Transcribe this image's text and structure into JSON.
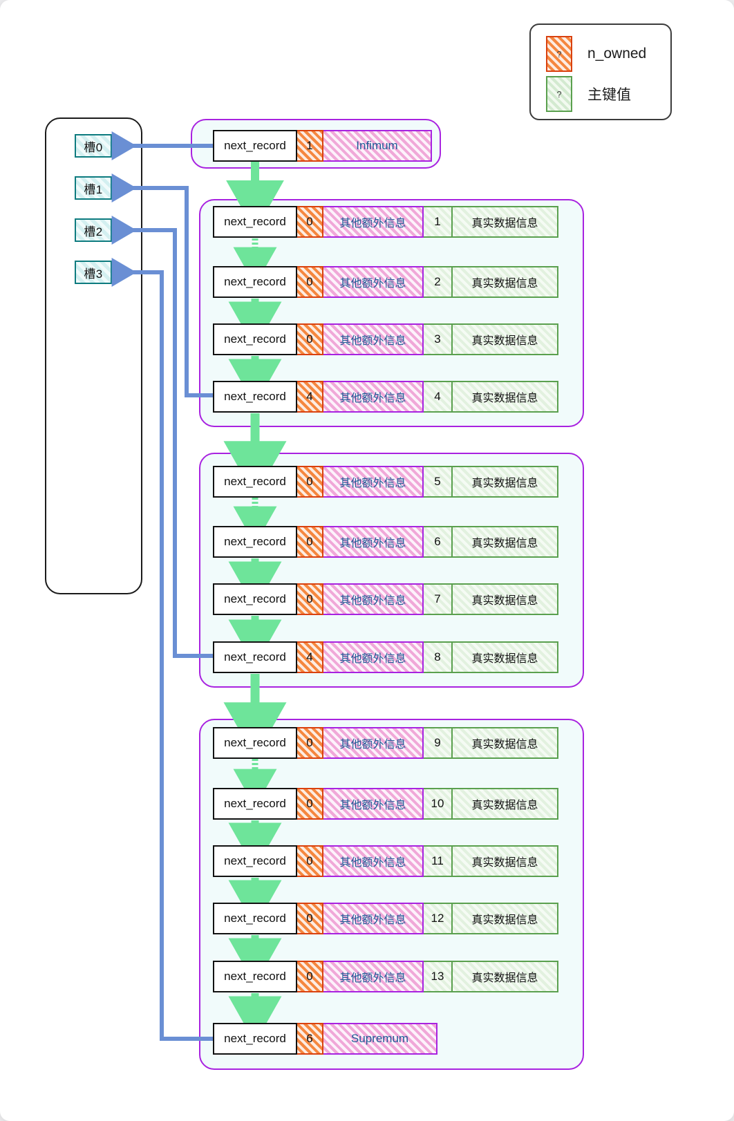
{
  "legend": {
    "items": [
      {
        "mark": "?",
        "label": "n_owned",
        "icon": "orange-hatched-box-icon"
      },
      {
        "mark": "?",
        "label": "主键值",
        "icon": "green-hatched-box-icon"
      }
    ]
  },
  "directory": {
    "slots": [
      {
        "label": "槽0"
      },
      {
        "label": "槽1"
      },
      {
        "label": "槽2"
      },
      {
        "label": "槽3"
      }
    ]
  },
  "labels": {
    "next_record": "next_record",
    "extra": "其他额外信息",
    "data": "真实数据信息",
    "infimum": "Infimum",
    "supremum": "Supremum"
  },
  "groups": [
    {
      "name": "infimum-group",
      "records": [
        {
          "next_record": "next_record",
          "n_owned": "1",
          "extra": "Infimum",
          "key": "",
          "data": "",
          "kind": "infimum"
        }
      ]
    },
    {
      "name": "group-1",
      "records": [
        {
          "next_record": "next_record",
          "n_owned": "0",
          "extra": "其他额外信息",
          "key": "1",
          "data": "真实数据信息",
          "kind": "user"
        },
        {
          "next_record": "next_record",
          "n_owned": "0",
          "extra": "其他额外信息",
          "key": "2",
          "data": "真实数据信息",
          "kind": "user"
        },
        {
          "next_record": "next_record",
          "n_owned": "0",
          "extra": "其他额外信息",
          "key": "3",
          "data": "真实数据信息",
          "kind": "user"
        },
        {
          "next_record": "next_record",
          "n_owned": "4",
          "extra": "其他额外信息",
          "key": "4",
          "data": "真实数据信息",
          "kind": "user"
        }
      ]
    },
    {
      "name": "group-2",
      "records": [
        {
          "next_record": "next_record",
          "n_owned": "0",
          "extra": "其他额外信息",
          "key": "5",
          "data": "真实数据信息",
          "kind": "user"
        },
        {
          "next_record": "next_record",
          "n_owned": "0",
          "extra": "其他额外信息",
          "key": "6",
          "data": "真实数据信息",
          "kind": "user"
        },
        {
          "next_record": "next_record",
          "n_owned": "0",
          "extra": "其他额外信息",
          "key": "7",
          "data": "真实数据信息",
          "kind": "user"
        },
        {
          "next_record": "next_record",
          "n_owned": "4",
          "extra": "其他额外信息",
          "key": "8",
          "data": "真实数据信息",
          "kind": "user"
        }
      ]
    },
    {
      "name": "group-3",
      "records": [
        {
          "next_record": "next_record",
          "n_owned": "0",
          "extra": "其他额外信息",
          "key": "9",
          "data": "真实数据信息",
          "kind": "user"
        },
        {
          "next_record": "next_record",
          "n_owned": "0",
          "extra": "其他额外信息",
          "key": "10",
          "data": "真实数据信息",
          "kind": "user"
        },
        {
          "next_record": "next_record",
          "n_owned": "0",
          "extra": "其他额外信息",
          "key": "11",
          "data": "真实数据信息",
          "kind": "user"
        },
        {
          "next_record": "next_record",
          "n_owned": "0",
          "extra": "其他额外信息",
          "key": "12",
          "data": "真实数据信息",
          "kind": "user"
        },
        {
          "next_record": "next_record",
          "n_owned": "0",
          "extra": "其他额外信息",
          "key": "13",
          "data": "真实数据信息",
          "kind": "user"
        },
        {
          "next_record": "next_record",
          "n_owned": "6",
          "extra": "Supremum",
          "key": "",
          "data": "",
          "kind": "supremum"
        }
      ]
    }
  ],
  "colors": {
    "n_owned_border": "#d9410f",
    "key_border": "#5aa04e",
    "extra_border": "#a822e0",
    "slot_border": "#0d7b7f",
    "slot_link": "#6a8fd4",
    "next_link": "#6ee49a"
  }
}
